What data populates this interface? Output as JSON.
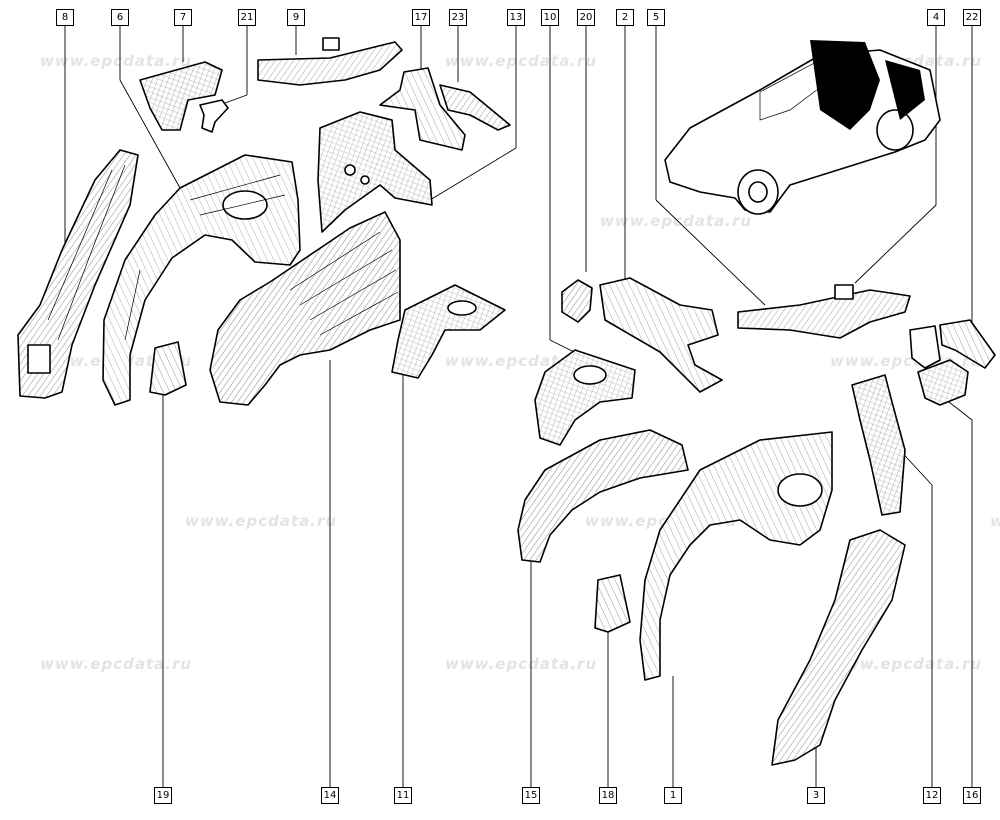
{
  "watermark": "www.epcdata.ru",
  "callouts": {
    "c8": "8",
    "c6": "6",
    "c7": "7",
    "c21": "21",
    "c9": "9",
    "c17": "17",
    "c23": "23",
    "c13": "13",
    "c10": "10",
    "c20": "20",
    "c2": "2",
    "c5": "5",
    "c4": "4",
    "c22": "22",
    "c19": "19",
    "c14": "14",
    "c11": "11",
    "c15": "15",
    "c18": "18",
    "c1": "1",
    "c3": "3",
    "c12": "12",
    "c16": "16"
  }
}
